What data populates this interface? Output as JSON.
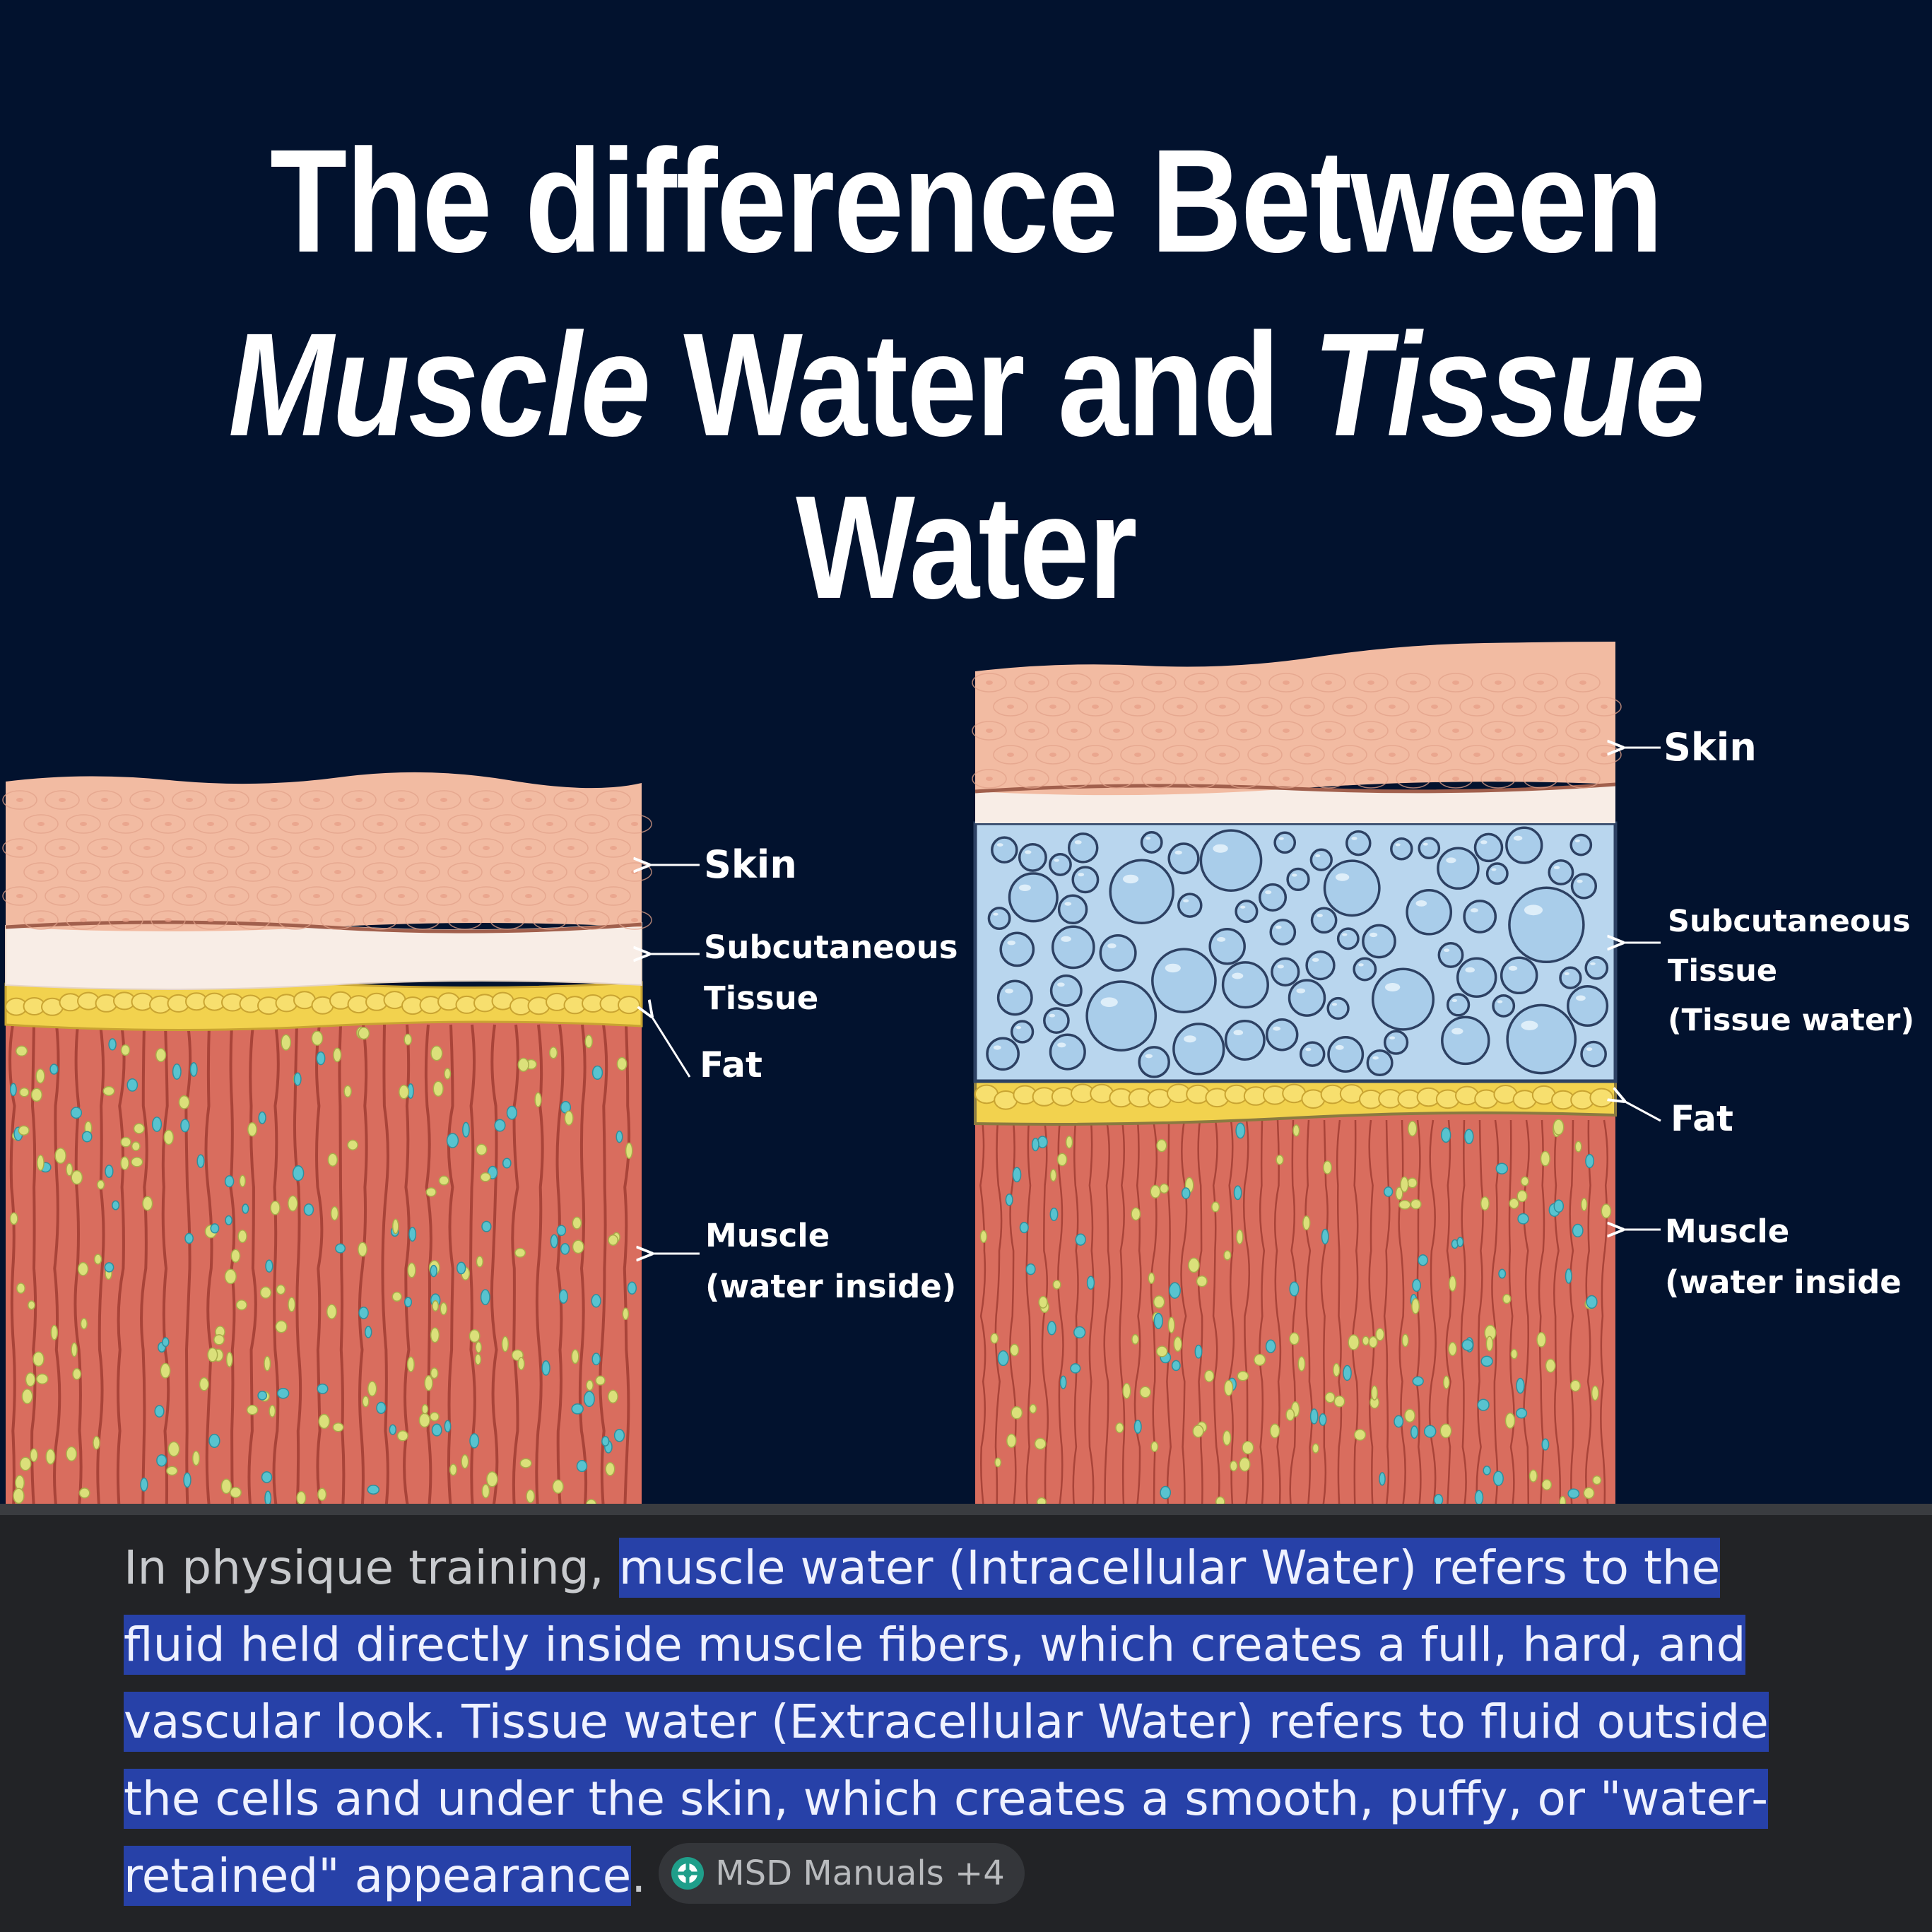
{
  "title": {
    "line1": "The difference Between",
    "line2_a": "Muscle",
    "line2_b": " Water and ",
    "line2_c": "Tissue",
    "line2_d": " Water"
  },
  "left_diagram": {
    "labels": {
      "skin": "Skin",
      "subcutaneous_1": "Subcutaneous",
      "subcutaneous_2": "Tissue",
      "fat": "Fat",
      "muscle_1": "Muscle",
      "muscle_2": "(water inside)"
    }
  },
  "right_diagram": {
    "labels": {
      "skin": "Skin",
      "subcutaneous_1": "Subcutaneous",
      "subcutaneous_2": "Tissue",
      "subcutaneous_3": "(Tissue water)",
      "fat": "Fat",
      "muscle_1": "Muscle",
      "muscle_2": "(water inside"
    }
  },
  "colors": {
    "background": "#02122e",
    "skin": "#f2bba2",
    "subcutaneous": "#f8ede6",
    "tissue_water": "#b9d6ee",
    "fat": "#f2d24e",
    "muscle": "#d96d5e",
    "highlight": "#2741a8"
  },
  "answer": {
    "lead": "In physique training, ",
    "highlighted": "muscle water (Intracellular Water) refers to the fluid held directly inside muscle fibers, which creates a full, hard, and vascular look. Tissue water (Extracellular Water) refers to fluid outside the cells and under the skin, which creates a smooth, puffy, or \"water-retained\" appearance",
    "trail": ".",
    "source_chip": "MSD Manuals +4",
    "source_icon": "msd-logo-icon"
  }
}
